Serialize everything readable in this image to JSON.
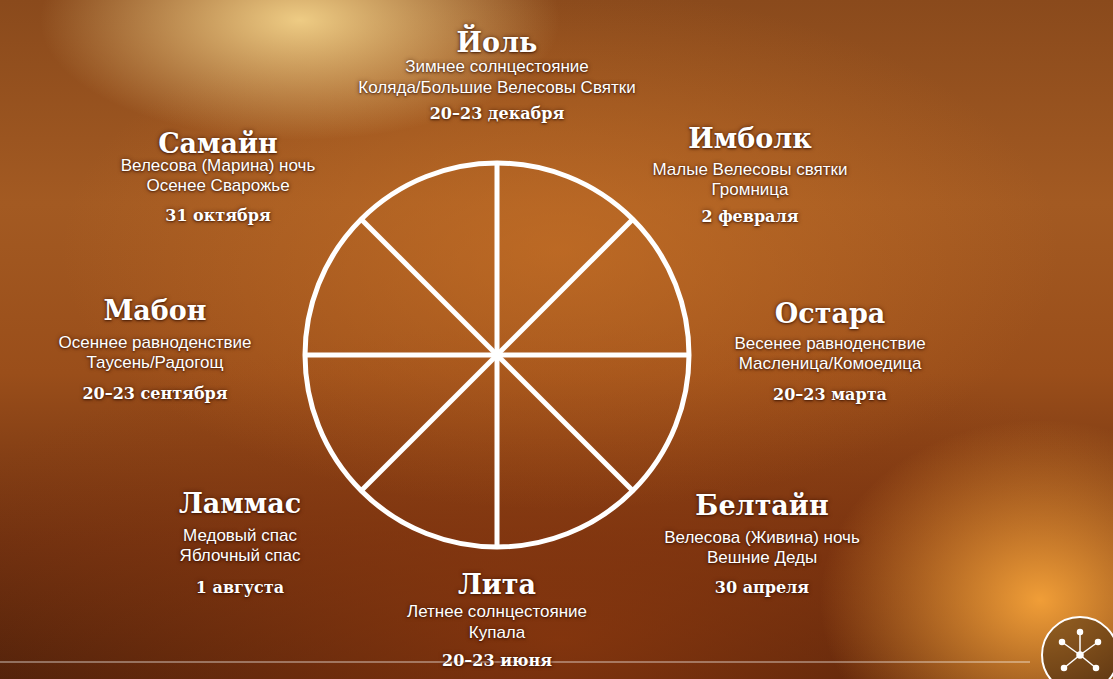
{
  "diagram": {
    "labels": [
      "Йоль",
      "Зимнее солнцестояние",
      "Коляда/Большие Велесовы Святки",
      "20–23 декабря",
      "Имболк",
      "Малые Велесовы святки",
      "Громница",
      "2 февраля",
      "Остара",
      "Весенее равноденствие",
      "Масленица/Комоедица",
      "20–23 марта",
      "Белтайн",
      "Велесова (Живина) ночь",
      "Вешние Деды",
      "30 апреля",
      "Лита",
      "Летнее солнцестояние",
      "Купала",
      "20–23 июня",
      "Ламмас",
      "Медовый спас",
      "Яблочный спас",
      "1 августа",
      "Мабон",
      "Осеннее равноденствие",
      "Таусень/Радогощ",
      "20–23 сентября",
      "Самайн",
      "Велесова (Марина) ночь",
      "Осенее Сварожье",
      "31 октября"
    ]
  }
}
